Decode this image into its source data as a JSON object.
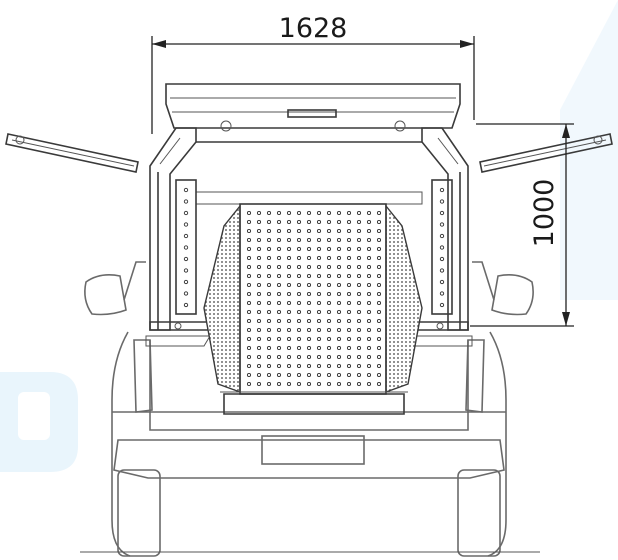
{
  "dimensions": {
    "width_label": "1628",
    "height_label": "1000"
  },
  "colors": {
    "line": "#3a3a3a",
    "truck_line": "#6a6a6a",
    "watermark": "#e8f4fb",
    "mesh": "#7a7a7a"
  },
  "icons": {
    "background_mark": "watermark-logo"
  }
}
